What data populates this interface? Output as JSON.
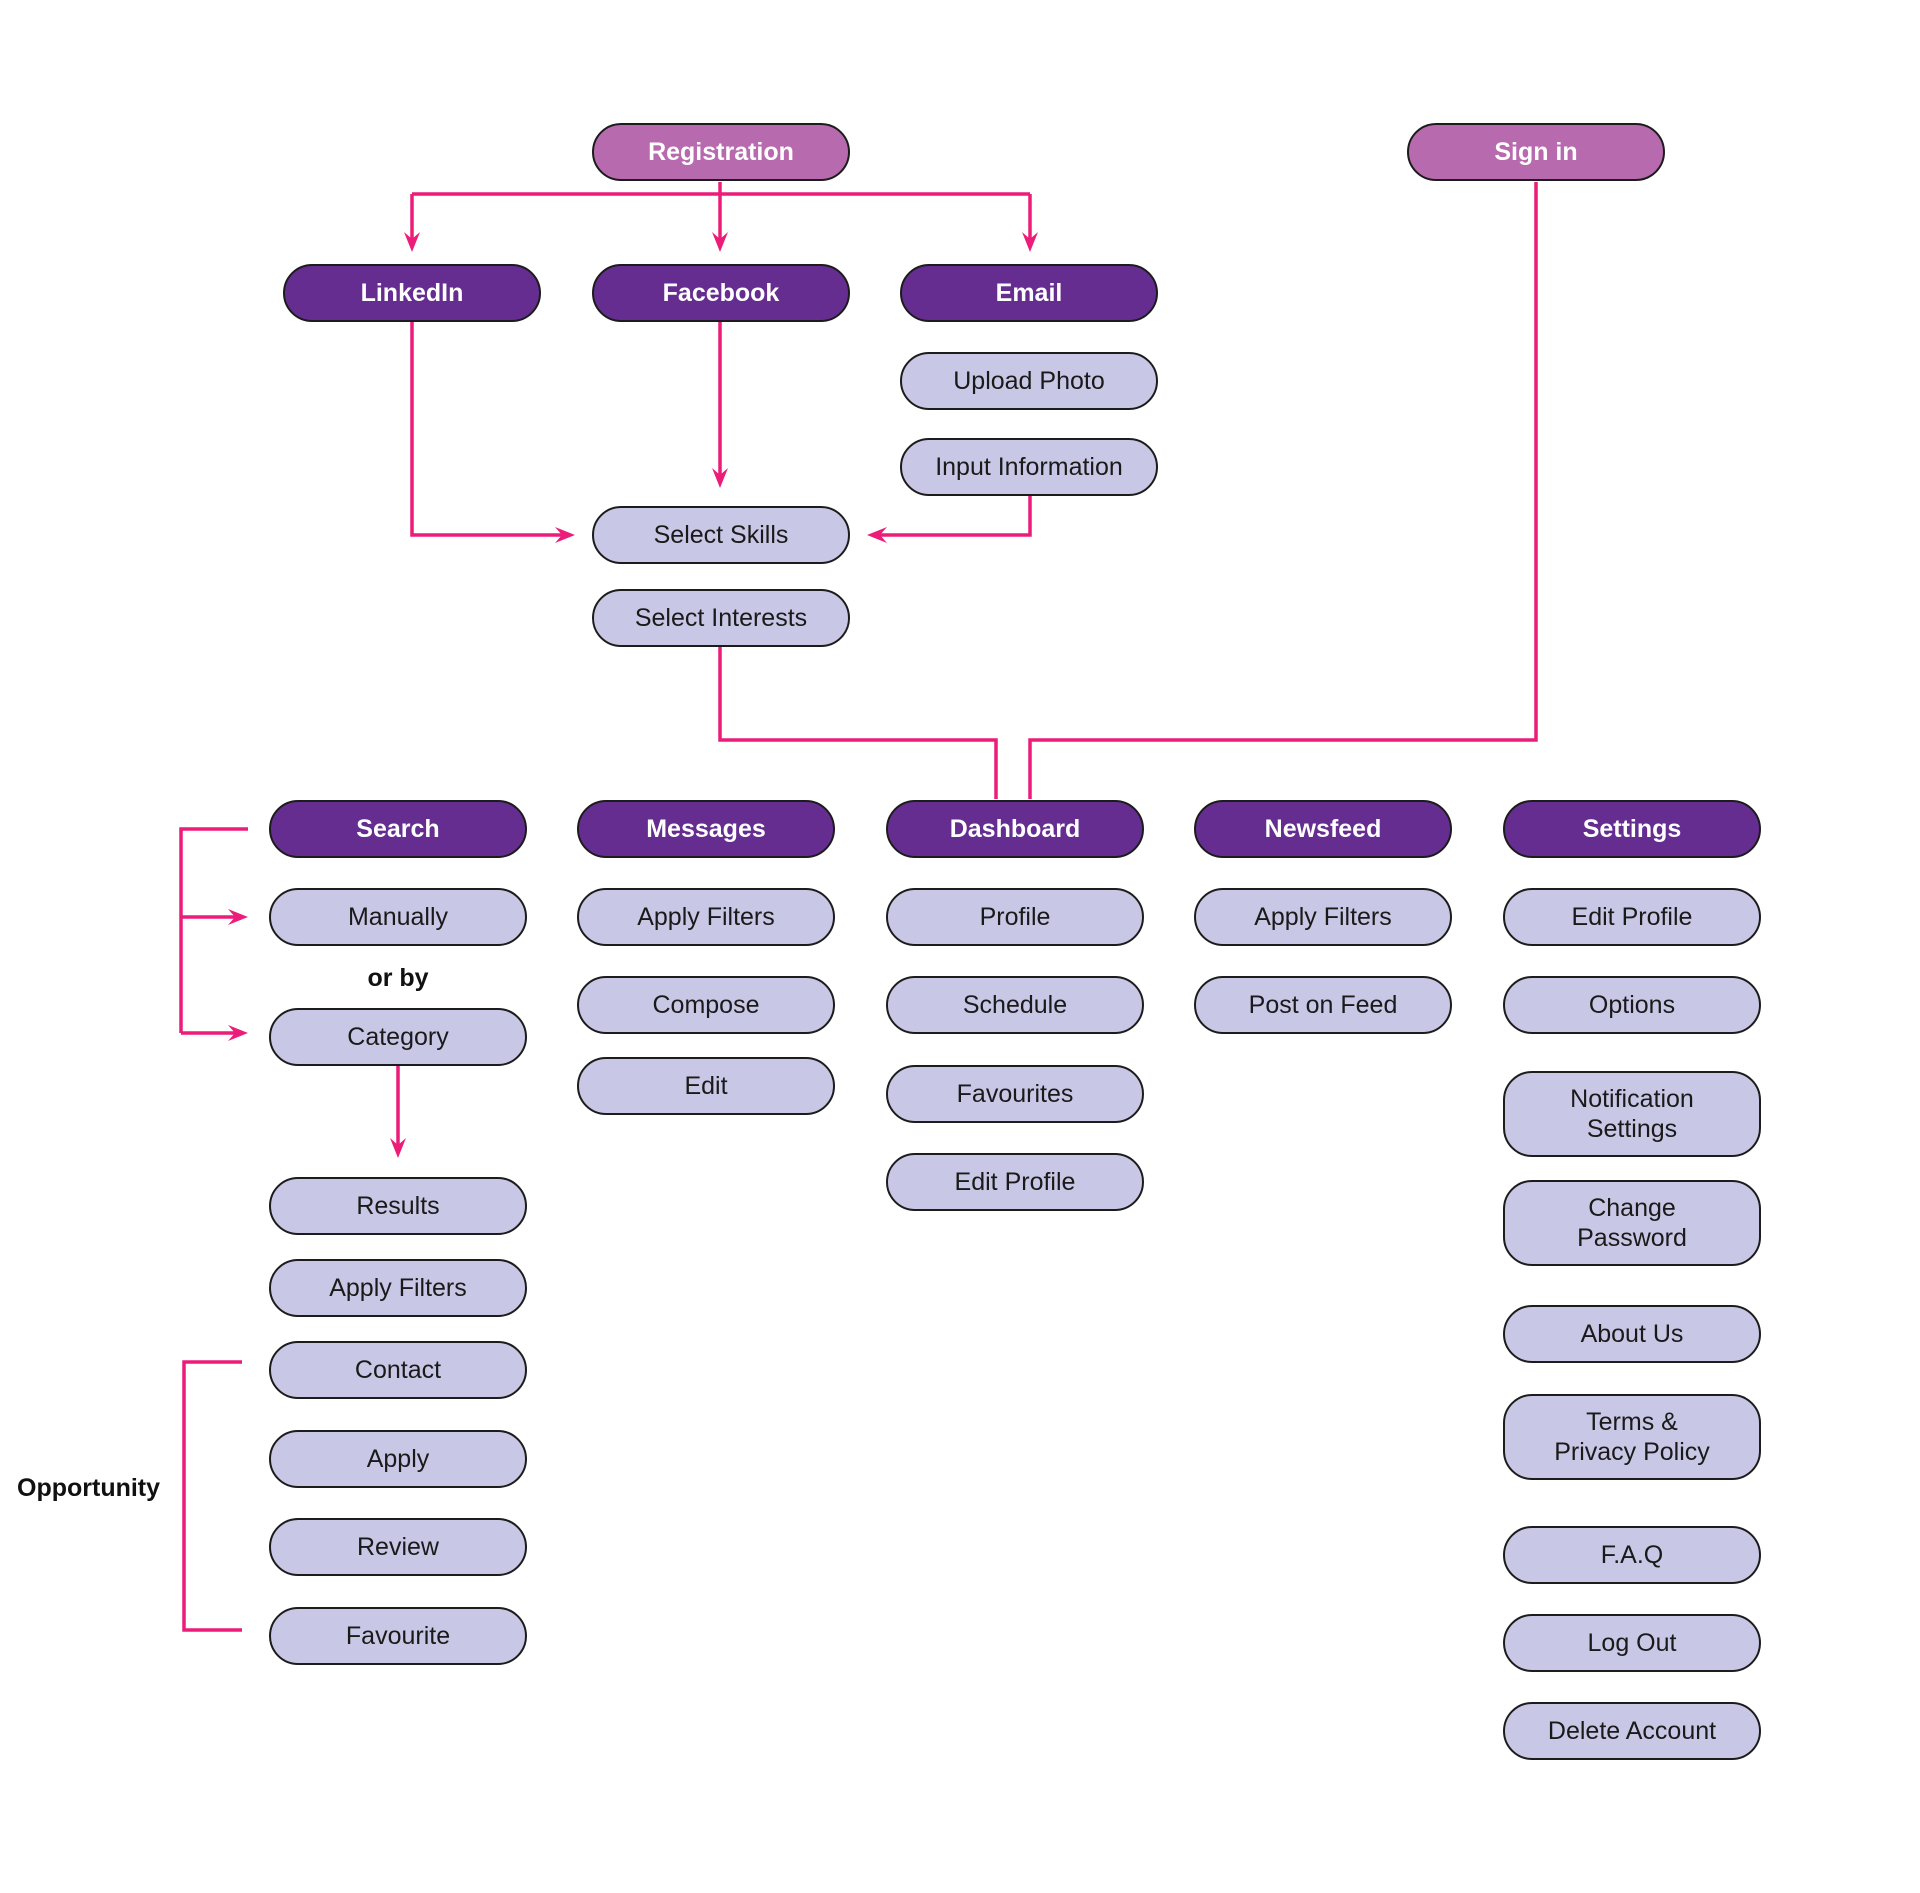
{
  "colors": {
    "connector": "#ec1c79",
    "primary_node": "#662d91",
    "entry_node": "#b86aae",
    "sub_node": "#c8c7e5",
    "outline": "#1c1c1c"
  },
  "entry": {
    "registration": "Registration",
    "sign_in": "Sign in"
  },
  "signup_methods": {
    "linkedin": "LinkedIn",
    "facebook": "Facebook",
    "email": "Email",
    "upload_photo": "Upload Photo",
    "input_information": "Input Information",
    "select_skills": "Select Skills",
    "select_interests": "Select Interests"
  },
  "search": {
    "title": "Search",
    "manually": "Manually",
    "or_by": "or by",
    "category": "Category",
    "results": "Results",
    "apply_filters": "Apply Filters",
    "opportunity_label": "Opportunity",
    "contact": "Contact",
    "apply": "Apply",
    "review": "Review",
    "favourite": "Favourite"
  },
  "messages": {
    "title": "Messages",
    "apply_filters": "Apply Filters",
    "compose": "Compose",
    "edit": "Edit"
  },
  "dashboard": {
    "title": "Dashboard",
    "profile": "Profile",
    "schedule": "Schedule",
    "favourites": "Favourites",
    "edit_profile": "Edit Profile"
  },
  "newsfeed": {
    "title": "Newsfeed",
    "apply_filters": "Apply Filters",
    "post_on_feed": "Post on Feed"
  },
  "settings": {
    "title": "Settings",
    "edit_profile": "Edit Profile",
    "options": "Options",
    "notification_settings": "Notification\nSettings",
    "change_password": "Change\nPassword",
    "about_us": "About Us",
    "terms_privacy": "Terms &\nPrivacy Policy",
    "faq": "F.A.Q",
    "log_out": "Log Out",
    "delete_account": "Delete Account"
  }
}
